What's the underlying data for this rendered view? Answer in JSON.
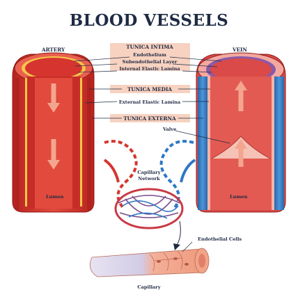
{
  "title": "BLOOD VESSELS",
  "labels": {
    "artery": "ARTERY",
    "vein": "VEIN",
    "tunica_intima": "TUNICA INTIMA",
    "endothelium": "Endothelium",
    "subendothelial_layer": "Subendothelial Layer",
    "internal_elastic_lamina": "Internal Elastic Lamina",
    "tunica_media": "TUNICA MEDIA",
    "external_elastic_lamina": "External Elastic Lamina",
    "tunica_externa": "TUNICA EXTERNA",
    "valve": "Valve",
    "capillary_network_1": "Capillary",
    "capillary_network_2": "Network",
    "lumen_artery": "Lumen",
    "lumen_vein": "Lumen",
    "endothelial_cells": "Endothelial Cells",
    "capillary": "Capillary"
  },
  "colors": {
    "artery_red": "#d6352f",
    "artery_dark": "#b8231f",
    "vein_blue": "#2f78c4",
    "vein_red": "#d94a48",
    "label_band": "#f7d2c0",
    "ink": "#1f2a44",
    "capillary_pink": "#f2a488",
    "capillary_lilac": "#d9d3ea"
  }
}
